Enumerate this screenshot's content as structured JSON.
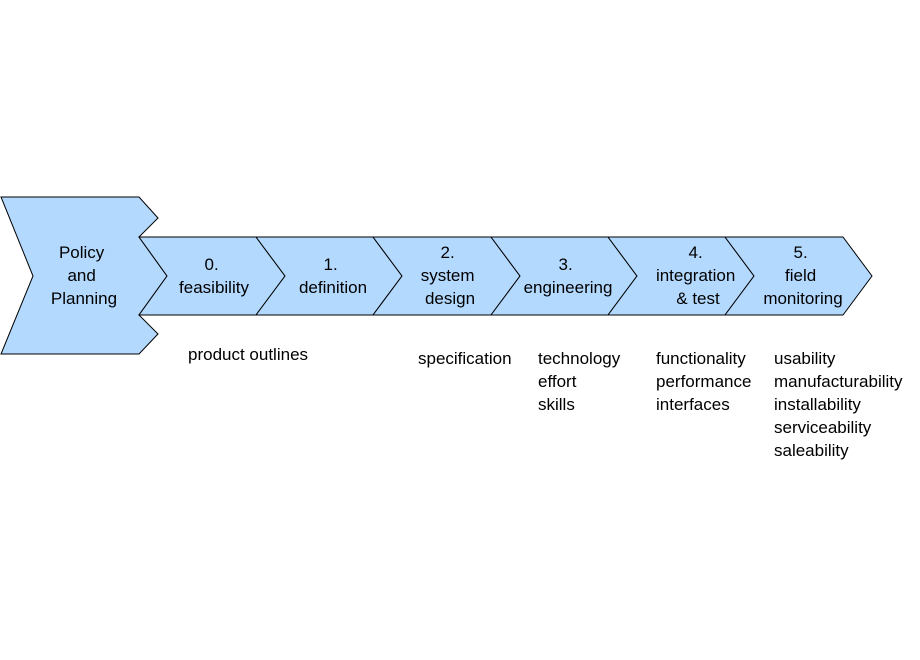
{
  "policy": {
    "lines": [
      "Policy",
      "and",
      "Planning"
    ]
  },
  "phases": [
    {
      "lines": [
        "0.",
        "feasibility"
      ]
    },
    {
      "lines": [
        "1.",
        "definition"
      ]
    },
    {
      "lines": [
        "2.",
        "system",
        "design"
      ]
    },
    {
      "lines": [
        "3.",
        "engineering"
      ]
    },
    {
      "lines": [
        "4.",
        "integration",
        "& test"
      ]
    },
    {
      "lines": [
        "5.",
        "field",
        "monitoring"
      ]
    }
  ],
  "notes": {
    "feasibility": [
      "product outlines"
    ],
    "system_design": [
      "specification"
    ],
    "engineering": [
      "technology",
      "effort",
      "skills"
    ],
    "integration": [
      "functionality",
      "performance",
      "interfaces"
    ],
    "field_monitoring": [
      "usability",
      "manufacturability",
      "installability",
      "serviceability",
      "saleability"
    ]
  },
  "colors": {
    "fill": "#b3d9ff",
    "stroke": "#000000"
  }
}
